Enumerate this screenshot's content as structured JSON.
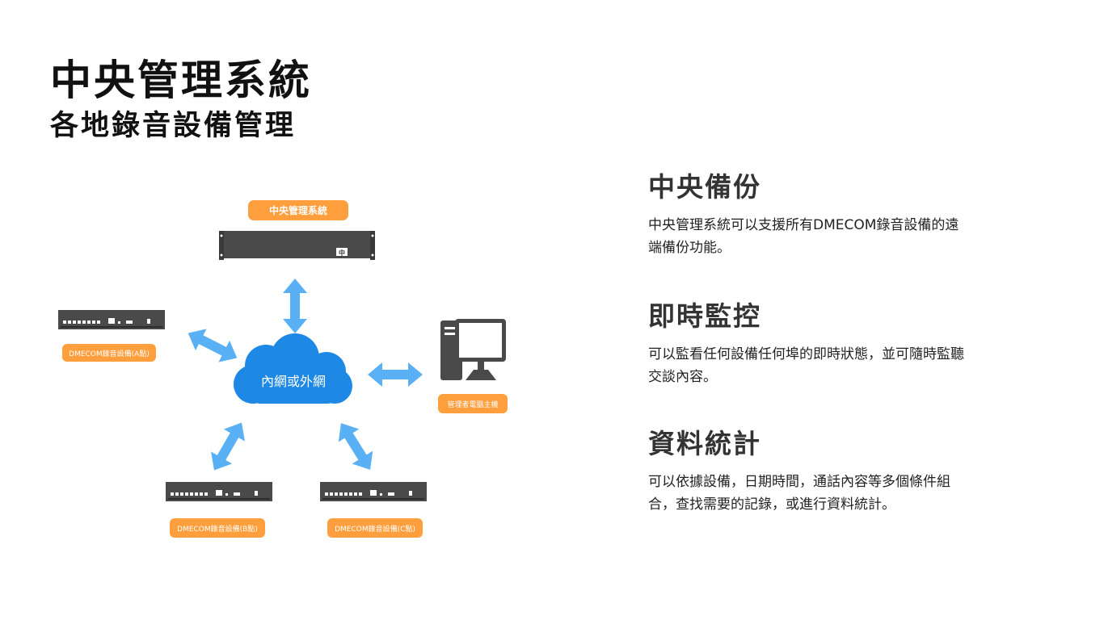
{
  "header": {
    "title": "中央管理系統",
    "subtitle": "各地錄音設備管理"
  },
  "diagram": {
    "server_label": "中央管理系統",
    "server_badge": "中",
    "cloud_label": "內網或外網",
    "device_a_label": "DMECOM錄音設備(A點)",
    "device_b_label": "DMECOM錄音設備(B點)",
    "device_c_label": "DMECOM錄音設備(C點)",
    "pc_label": "管理者電腦主機",
    "colors": {
      "label_bg": "#FF9E3D",
      "arrow": "#5AB0F5",
      "cloud": "#1E88E5",
      "device": "#4A4A4A"
    }
  },
  "features": [
    {
      "title": "中央備份",
      "text": "中央管理系統可以支援所有DMECOM錄音設備的遠端備份功能。"
    },
    {
      "title": "即時監控",
      "text": "可以監看任何設備任何埠的即時狀態，並可隨時監聽交談內容。"
    },
    {
      "title": "資料統計",
      "text": "可以依據設備，日期時間，通話內容等多個條件組合，查找需要的記錄，或進行資料統計。"
    }
  ]
}
